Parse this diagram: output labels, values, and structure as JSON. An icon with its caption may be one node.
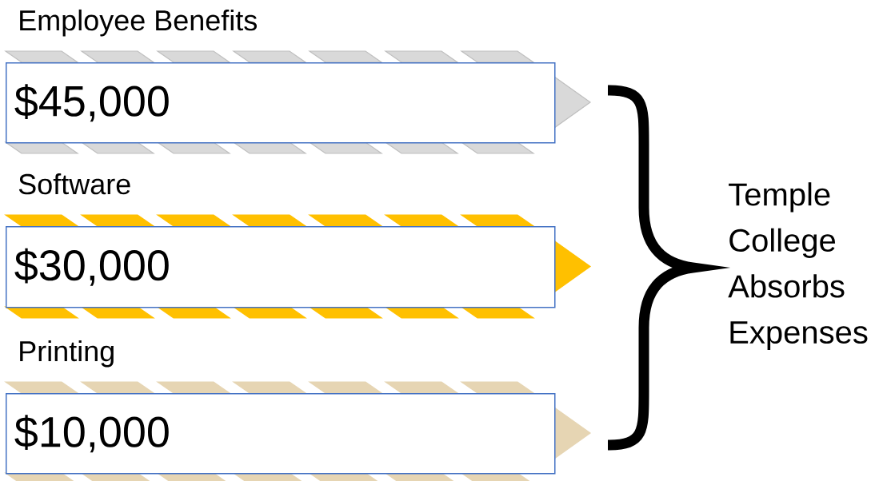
{
  "diagram": {
    "nodes": [
      {
        "text": [
          "Employee Benefits",
          "$45,000"
        ]
      },
      {
        "text": [
          "Software",
          "$30,000"
        ]
      },
      {
        "text": [
          "Printing",
          "$10,000"
        ]
      }
    ],
    "labels": [
      "Temple College Absorbs Expenses"
    ]
  }
}
